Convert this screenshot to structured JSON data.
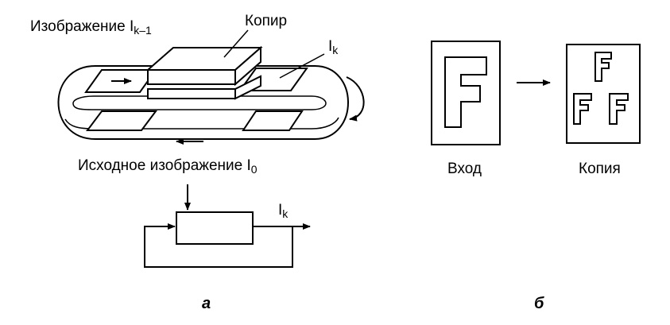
{
  "figure_a": {
    "label_image_prev": "Изображение I",
    "label_image_prev_sub": "k–1",
    "label_copier": "Копир",
    "label_ik": "I",
    "label_ik_sub": "k",
    "label_original": "Исходное изображение I",
    "label_original_sub": "0",
    "block_output_label": "I",
    "block_output_sub": "k",
    "caption": "а"
  },
  "figure_b": {
    "input_glyph": "F",
    "copy_glyph": "F",
    "label_input": "Вход",
    "label_copy": "Копия",
    "caption": "б"
  }
}
